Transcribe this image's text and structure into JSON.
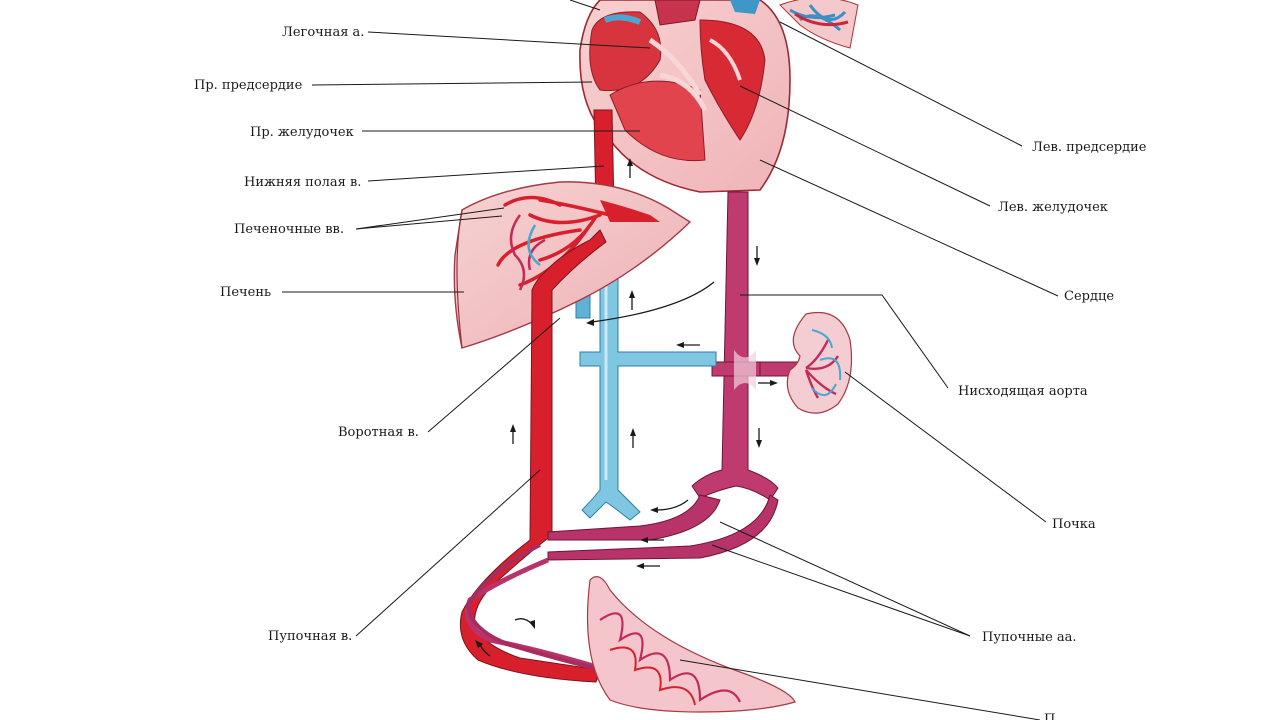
{
  "labels": {
    "pulmonary_artery": "Легочная а.",
    "right_atrium": "Пр. предсердие",
    "right_ventricle": "Пр. желудочек",
    "inferior_vena_cava": "Нижняя полая в.",
    "hepatic_veins": "Печеночные вв.",
    "liver": "Печень",
    "portal_vein": "Воротная в.",
    "umbilical_vein": "Пупочная в.",
    "left_atrium": "Лев. предсердие",
    "left_ventricle": "Лев. желудочек",
    "heart": "Сердце",
    "descending_aorta": "Нисходящая аорта",
    "kidney": "Почка",
    "umbilical_arteries": "Пупочные аа.",
    "placenta": "П"
  },
  "colors": {
    "artery_red": "#d8202c",
    "vein_blue": "#5fb8d8",
    "mixed_magenta": "#b8336a",
    "organ_pink": "#f4c6c6",
    "leader_line": "#1a1a1a"
  }
}
